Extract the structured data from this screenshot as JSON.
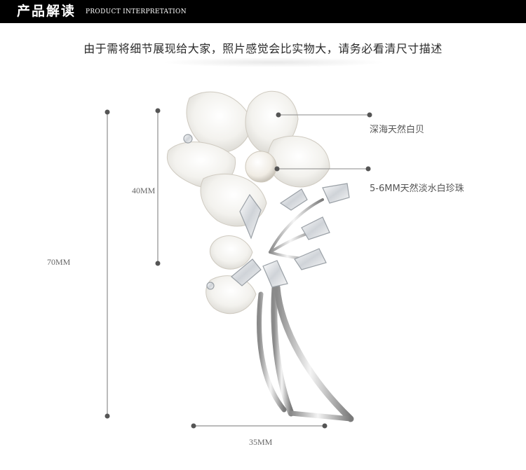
{
  "header": {
    "title": "产品解读",
    "subtitle": "PRODUCT INTERPRETATION"
  },
  "notice": "由于需将细节展现给大家，照片感觉会比实物大，请务必看清尺寸描述",
  "dimensions": {
    "total_height": "70MM",
    "flower_height": "40MM",
    "width": "35MM"
  },
  "callouts": {
    "shell": "深海天然白贝",
    "pearl": "5-6MM天然淡水白珍珠"
  },
  "colors": {
    "header_bg": "#000000",
    "dimension_line": "#777777"
  }
}
